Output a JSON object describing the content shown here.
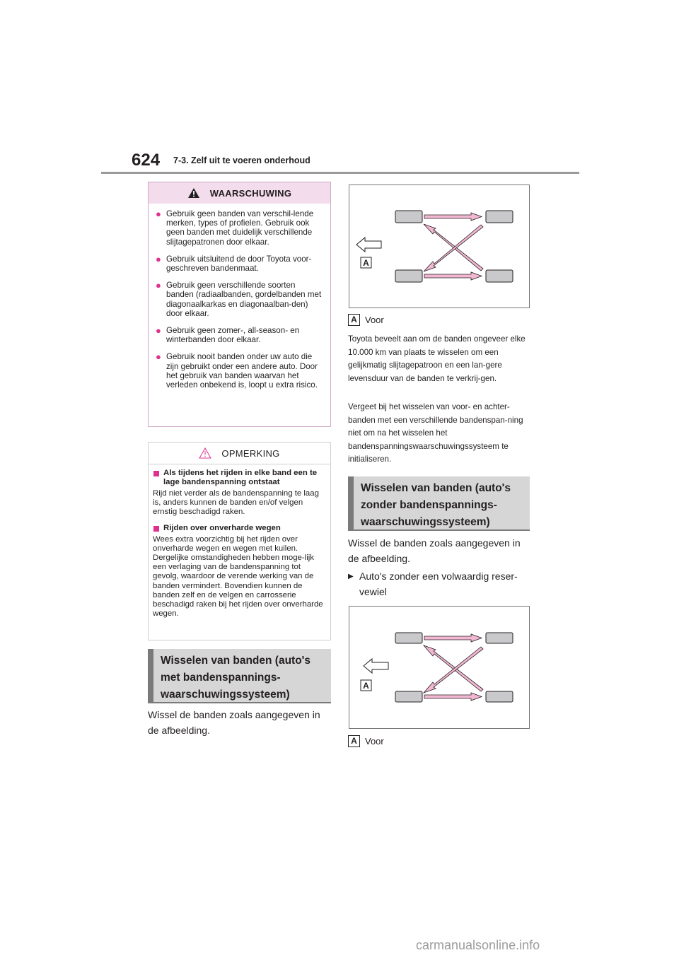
{
  "header": {
    "page_number": "624",
    "section": "7-3. Zelf uit te voeren onderhoud"
  },
  "warning": {
    "title": "WAARSCHUWING",
    "items": [
      "Gebruik geen banden van verschil-lende merken, types of profielen. Gebruik ook geen banden met duidelijk verschillende slijtagepatronen door elkaar.",
      "Gebruik uitsluitend de door Toyota voor-geschreven bandenmaat.",
      "Gebruik geen verschillende soorten banden (radiaalbanden, gordelbanden met diagonaalkarkas en diagonaalban-den) door elkaar.",
      "Gebruik geen zomer-, all-season- en winterbanden door elkaar.",
      "Gebruik nooit banden onder uw auto die zijn gebruikt onder een andere auto. Door het gebruik van banden waarvan het verleden onbekend is, loopt u extra risico."
    ]
  },
  "note": {
    "title": "OPMERKING",
    "sections": [
      {
        "heading": "Als tijdens het rijden in elke band een te lage bandenspanning ontstaat",
        "text": "Rijd niet verder als de bandenspanning te laag is, anders kunnen de banden en/of velgen ernstig beschadigd raken."
      },
      {
        "heading": "Rijden over onverharde wegen",
        "text": "Wees extra voorzichtig bij het rijden over onverharde wegen en wegen met kuilen. Dergelijke omstandigheden hebben moge-lijk een verlaging van de bandenspanning tot gevolg, waardoor de verende werking van de banden vermindert. Bovendien kunnen de banden zelf en de velgen en carrosserie beschadigd raken bij het rijden over onverharde wegen."
      }
    ]
  },
  "left_section": {
    "heading": "Wisselen van banden (auto's met bandenspannings-waarschuwingssysteem)",
    "body": "Wissel de banden zoals aangegeven in de afbeelding."
  },
  "right_column": {
    "figure1_marker": "A",
    "caption1_marker": "A",
    "caption1_text": "Voor",
    "para1": "Toyota beveelt aan om de banden ongeveer elke 10.000 km van plaats te wisselen om een gelijkmatig slijtagepatroon en een lan-gere levensduur van de banden te verkrij-gen.",
    "para2": "Vergeet bij het wisselen van voor- en achter-banden met een verschillende bandenspan-ning niet om na het wisselen het bandenspanningswaarschuwingssysteem te initialiseren.",
    "section_heading": "Wisselen van banden (auto's zonder bandenspannings-waarschuwingssysteem)",
    "body": "Wissel de banden zoals aangegeven in de afbeelding.",
    "bullet": "Auto's zonder een volwaardig reser-vewiel",
    "figure2_marker": "A",
    "caption2_marker": "A",
    "caption2_text": "Voor"
  },
  "watermark": "carmanualsonline.info",
  "colors": {
    "accent": "#e0308f",
    "warning_header": "#f3dcec",
    "arrow_fill": "#f2b7d2",
    "tire": "#c9c9cc"
  }
}
